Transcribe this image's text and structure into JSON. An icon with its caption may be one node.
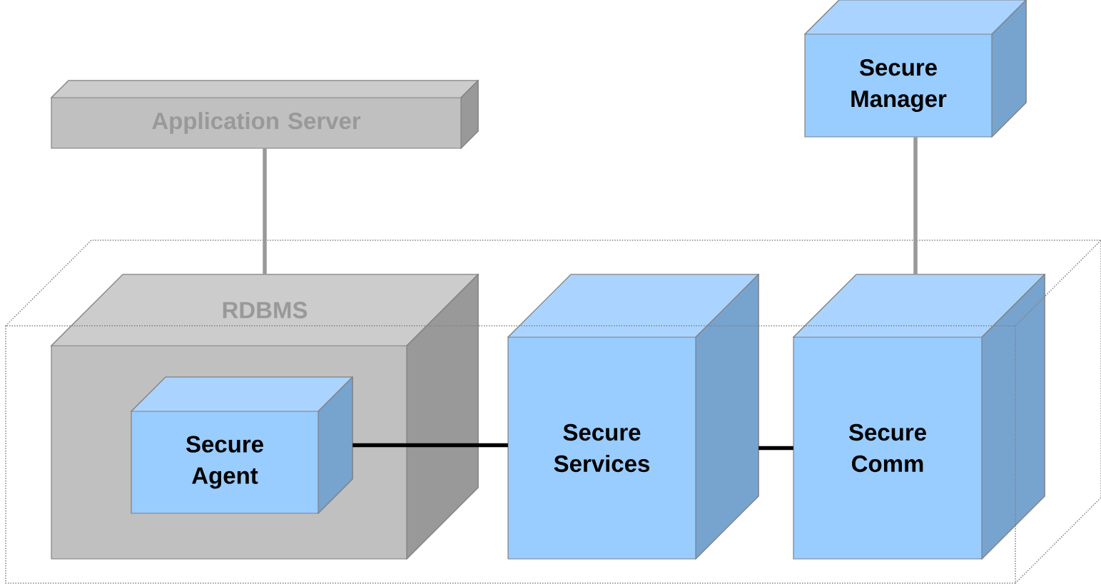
{
  "diagram": {
    "nodes": [
      {
        "text": [
          "Application Server"
        ]
      },
      {
        "text": [
          "Secure Manager"
        ]
      },
      {
        "text": [
          "RDBMS"
        ]
      },
      {
        "text": [
          "Secure Agent"
        ],
        "in": 2
      },
      {
        "text": [
          "Secure Services"
        ]
      },
      {
        "text": [
          "Secure Comm"
        ]
      }
    ],
    "edges": [
      {
        "from": 0,
        "to": 2,
        "arrow": "none",
        "color": "#999999"
      },
      {
        "from": 1,
        "to": 5,
        "arrow": "none",
        "color": "#999999"
      },
      {
        "from": 3,
        "to": 4,
        "arrow": "none",
        "color": "#000000"
      },
      {
        "from": 4,
        "to": 5,
        "arrow": "none",
        "color": "#000000"
      }
    ]
  }
}
